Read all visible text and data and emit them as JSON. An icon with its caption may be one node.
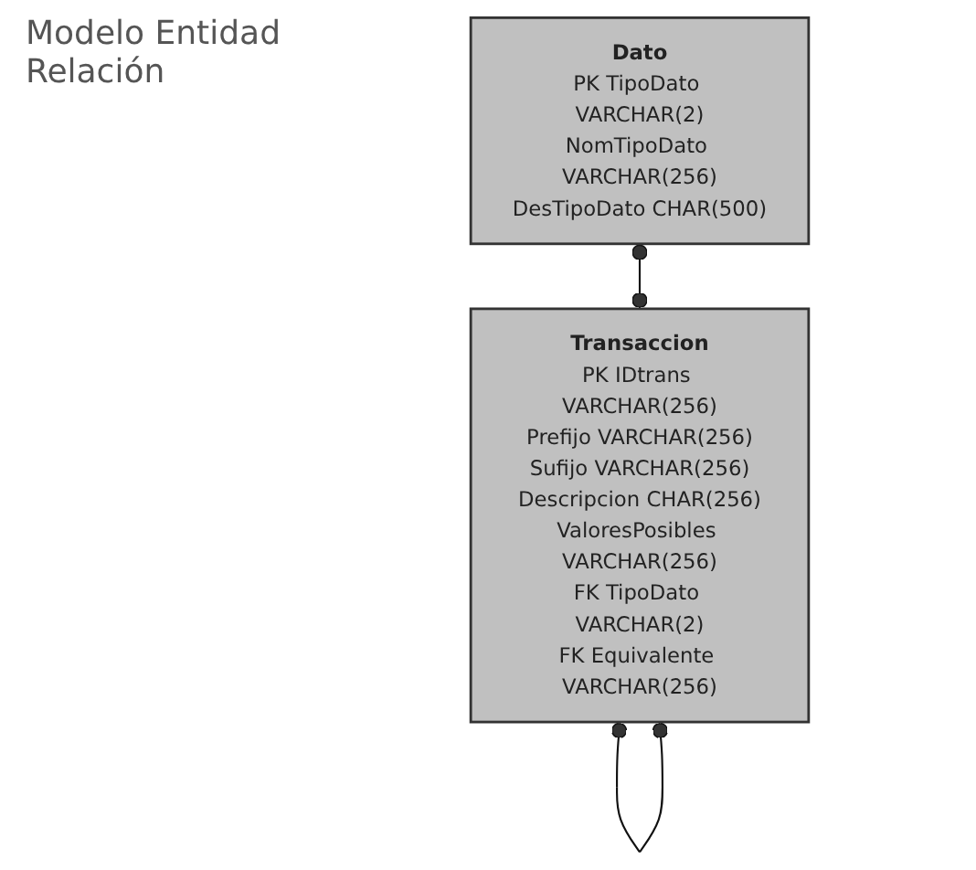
{
  "diagram": {
    "title": "Modelo Entidad Relación",
    "nodes": [
      {
        "text": [
          "Dato",
          "PK TipoDato VARCHAR(2)",
          "NomTipoDato VARCHAR(256)",
          "DesTipoDato CHAR(500)"
        ]
      },
      {
        "text": [
          "Transaccion",
          "PK IDtrans VARCHAR(256)",
          "Prefijo VARCHAR(256)",
          "Sufijo VARCHAR(256)",
          "Descripcion CHAR(256)",
          "ValoresPosibles VARCHAR(256)",
          "FK TipoDato VARCHAR(2)",
          "FK Equivalente VARCHAR(256)"
        ]
      }
    ],
    "edges": [
      {
        "from": 0,
        "to": 1,
        "arrow": "other"
      },
      {
        "from": 1,
        "to": 1,
        "arrow": "other"
      }
    ]
  }
}
